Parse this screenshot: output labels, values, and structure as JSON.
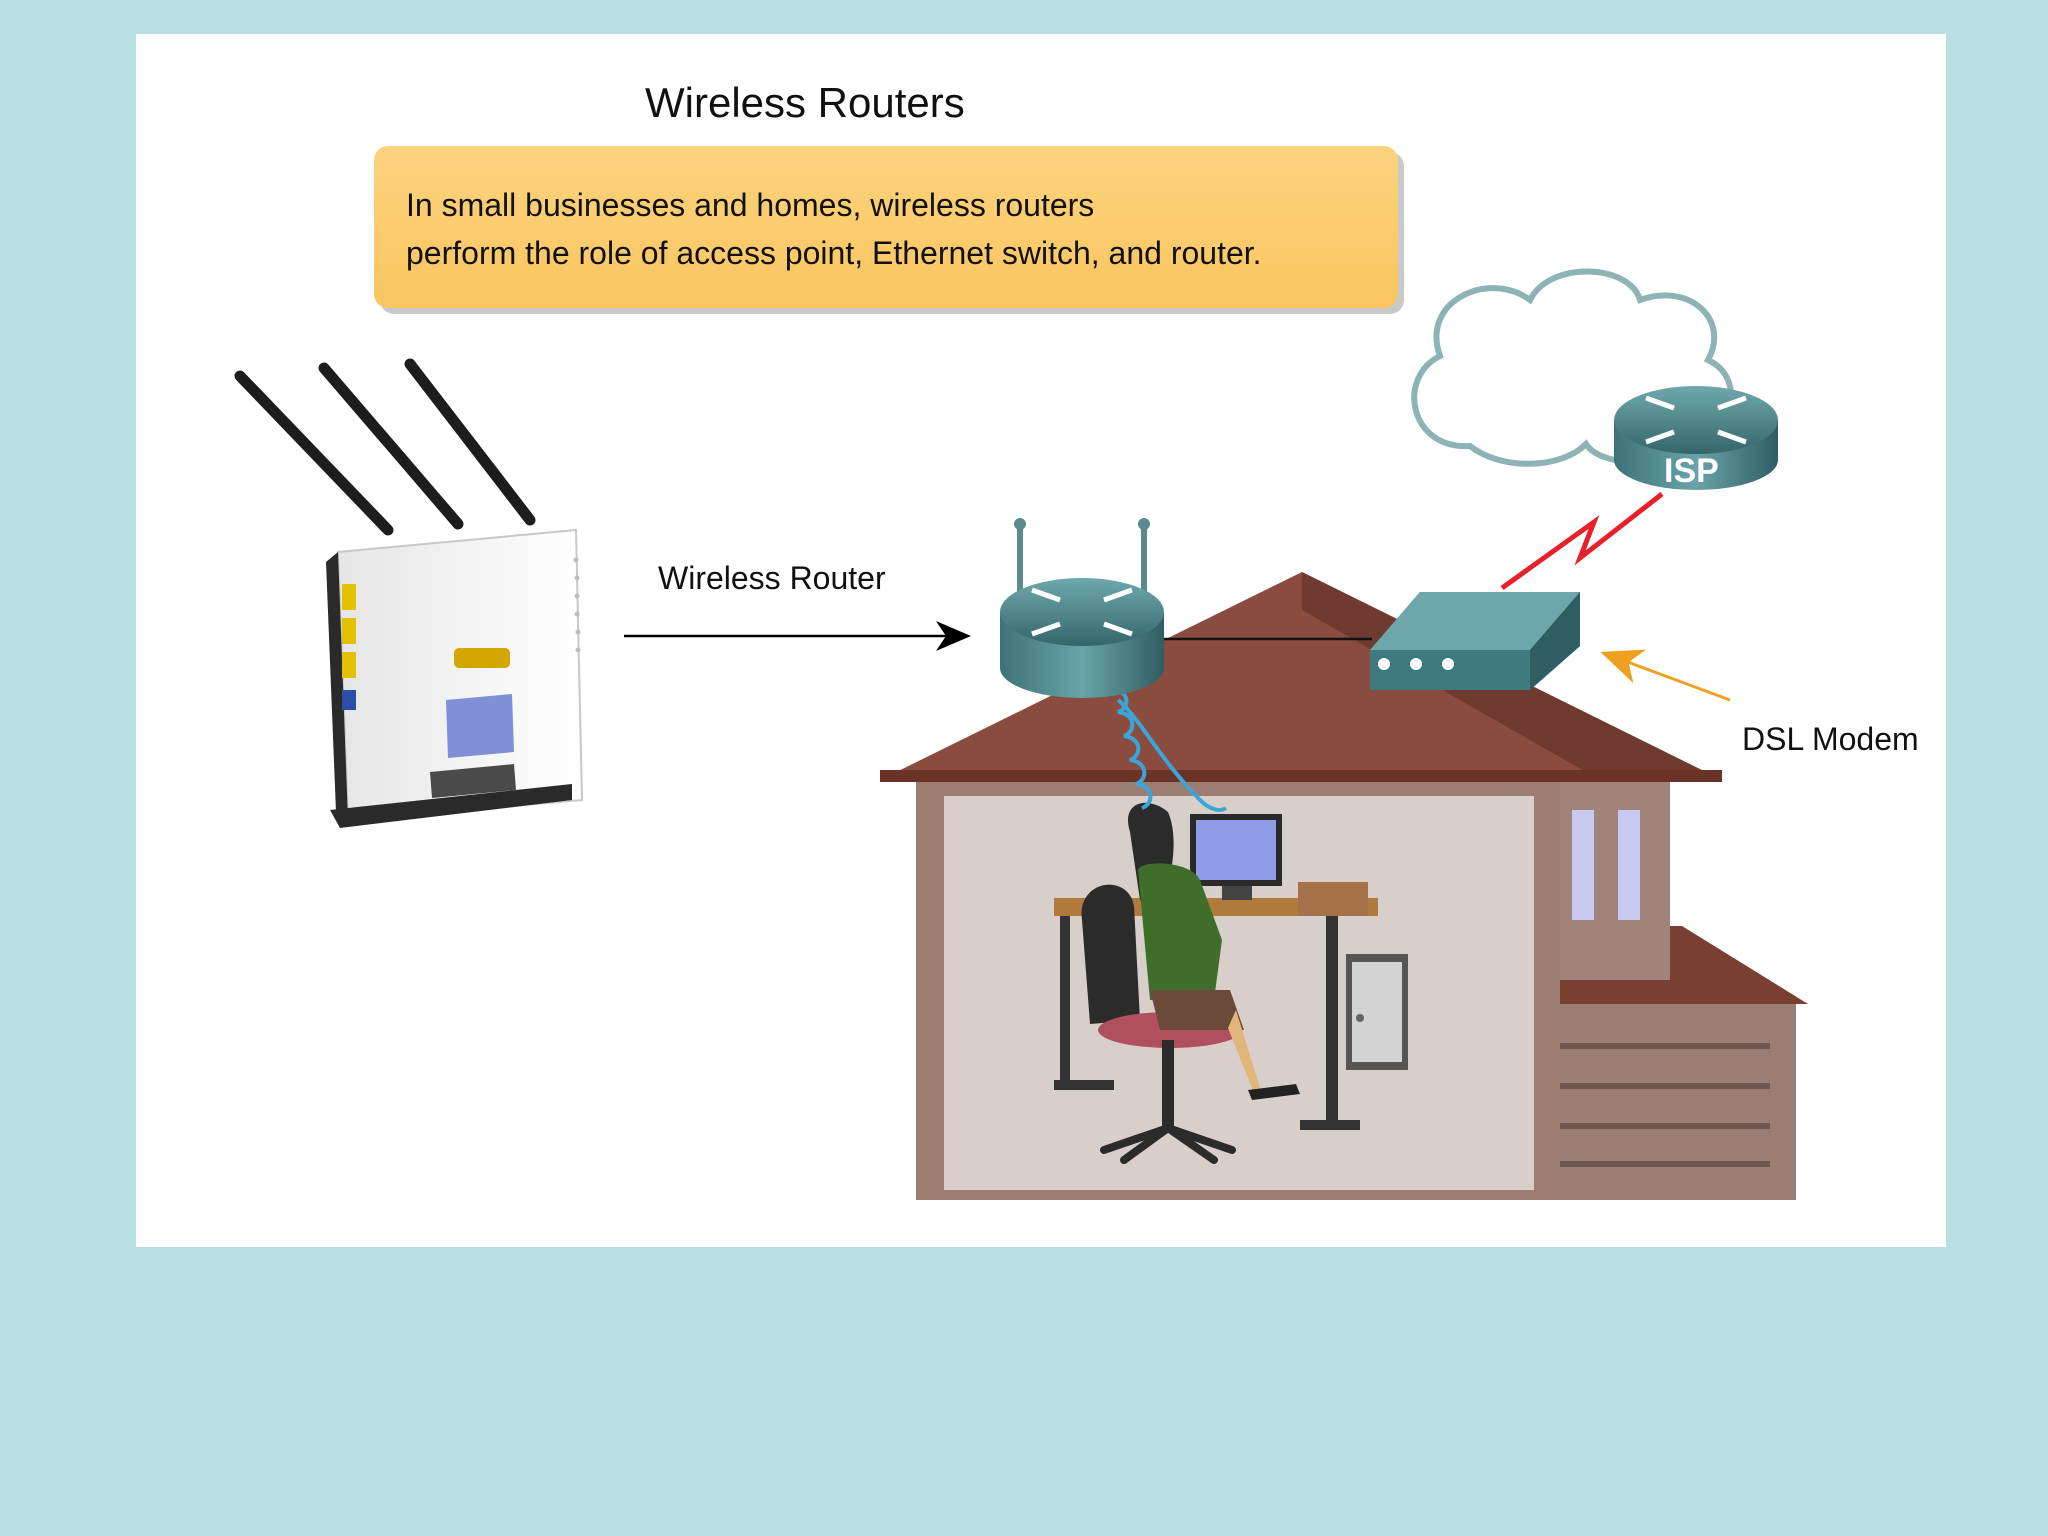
{
  "title": "Wireless Routers",
  "callout": {
    "line1": "In small businesses and homes, wireless routers",
    "line2": "perform the role of access point, Ethernet switch, and router."
  },
  "labels": {
    "wireless_router": "Wireless Router",
    "dsl_modem": "DSL Modem",
    "isp": "ISP"
  },
  "colors": {
    "page_background": "#b9dfe2",
    "slide_background": "#ffffff",
    "callout_fill": "#fcc96b",
    "router_teal": "#4f8f93",
    "wan_link": "#e8202a",
    "modem_arrow": "#f0a020",
    "roof": "#8a4a3e",
    "wall": "#9a7b6f",
    "room": "#d9cfcc",
    "wireless_link": "#3aa6d8"
  },
  "icons": [
    "wireless-router-photo",
    "router-icon",
    "dsl-modem-icon",
    "isp-router-icon",
    "cloud-icon",
    "house-illustration",
    "user-at-desk-illustration"
  ]
}
